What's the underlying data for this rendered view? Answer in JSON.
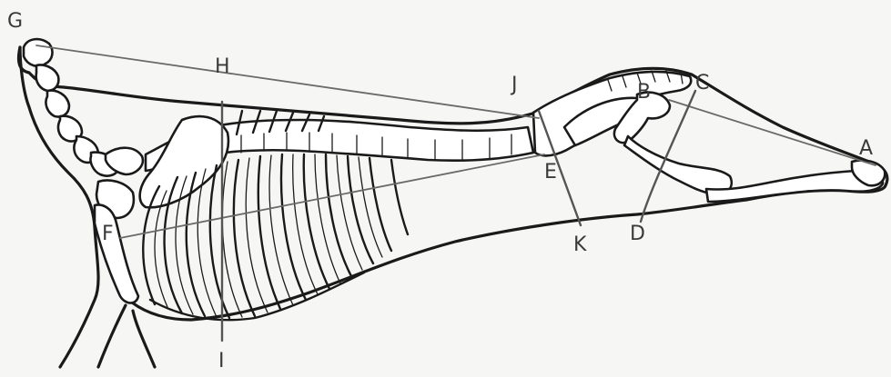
{
  "labels": {
    "g": "G",
    "h": "H",
    "j": "J",
    "b": "B",
    "c": "C",
    "a": "A",
    "e": "E",
    "f": "F",
    "k": "K",
    "d": "D",
    "i": "I"
  },
  "colors": {
    "paper": "#f6f6f4",
    "ink": "#1a1a1a",
    "measure_line": "#6a6a6a",
    "label": "#3a3a3a"
  }
}
